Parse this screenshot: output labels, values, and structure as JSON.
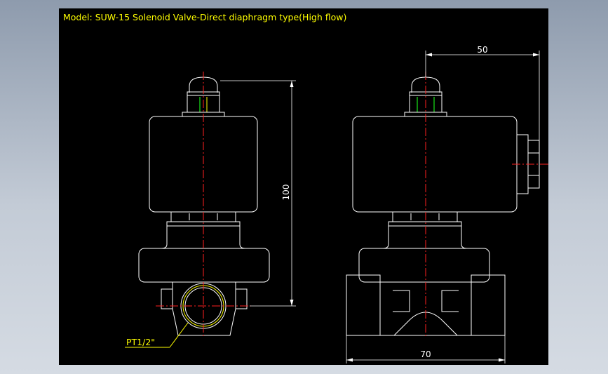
{
  "drawing": {
    "title": "Model: SUW-15 Solenoid Valve-Direct diaphragm type(High flow)",
    "dim_height": "100",
    "dim_top_width": "50",
    "dim_bottom_width": "70",
    "port_label": "PT1/2\""
  },
  "colors": {
    "background": "#000000",
    "outline": "#ffffff",
    "centerline": "#ff2020",
    "text": "#ffff00",
    "accent": "#19e619"
  }
}
